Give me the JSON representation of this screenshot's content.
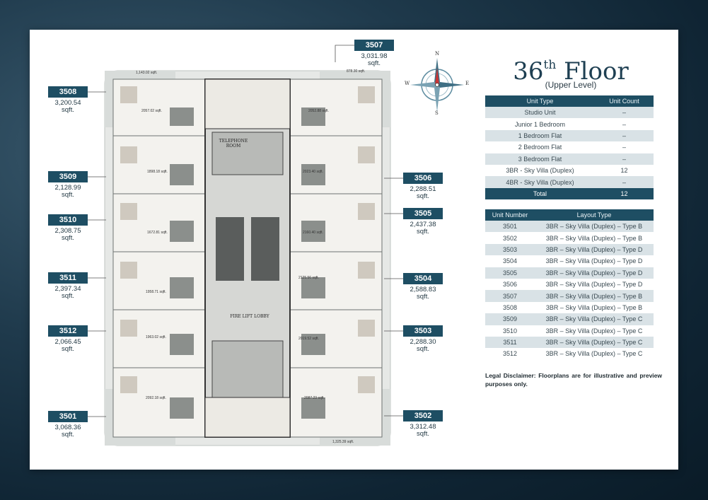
{
  "floor": {
    "title_prefix": "36",
    "title_suffix": "th",
    "title_word": "Floor",
    "subtitle": "(Upper Level)"
  },
  "compass": {
    "n": "N",
    "s": "S",
    "e": "E",
    "w": "W"
  },
  "plan_labels": {
    "telephone_room": "TELEPHONE ROOM",
    "fire_lift_lobby": "FIRE LIFT LOBBY",
    "room_areas": [
      "1,143.02 sqft.",
      "878.30 sqft.",
      "2057.02 sqft.",
      "2052.88 sqft.",
      "1898.18 sqft.",
      "2023.40 sqft.",
      "1672.81 sqft.",
      "2160.40 sqft.",
      "1958.71 sqft.",
      "2125.56 sqft.",
      "1963.02 sqft.",
      "2019.52 sqft.",
      "2092.18 sqft.",
      "2087.23 sqft.",
      "1,325.39 sqft."
    ]
  },
  "units": [
    {
      "num": "3507",
      "area": "3,031.98",
      "unit": "sqft."
    },
    {
      "num": "3508",
      "area": "3,200.54",
      "unit": "sqft."
    },
    {
      "num": "3509",
      "area": "2,128.99",
      "unit": "sqft."
    },
    {
      "num": "3510",
      "area": "2,308.75",
      "unit": "sqft."
    },
    {
      "num": "3511",
      "area": "2,397.34",
      "unit": "sqft."
    },
    {
      "num": "3512",
      "area": "2,066.45",
      "unit": "sqft."
    },
    {
      "num": "3501",
      "area": "3,068.36",
      "unit": "sqft."
    },
    {
      "num": "3506",
      "area": "2,288.51",
      "unit": "sqft."
    },
    {
      "num": "3505",
      "area": "2,437.38",
      "unit": "sqft."
    },
    {
      "num": "3504",
      "area": "2,588.83",
      "unit": "sqft."
    },
    {
      "num": "3503",
      "area": "2,288.30",
      "unit": "sqft."
    },
    {
      "num": "3502",
      "area": "3,312.48",
      "unit": "sqft."
    }
  ],
  "unit_type_table": {
    "headers": [
      "Unit Type",
      "Unit Count"
    ],
    "rows": [
      [
        "Studio Unit",
        "–"
      ],
      [
        "Junior 1 Bedroom",
        "–"
      ],
      [
        "1 Bedroom Flat",
        "–"
      ],
      [
        "2 Bedroom Flat",
        "–"
      ],
      [
        "3 Bedroom Flat",
        "–"
      ],
      [
        "3BR - Sky Villa (Duplex)",
        "12"
      ],
      [
        "4BR - Sky Villa (Duplex)",
        "–"
      ]
    ],
    "total": [
      "Total",
      "12"
    ]
  },
  "layout_table": {
    "headers": [
      "Unit Number",
      "Layout Type"
    ],
    "rows": [
      [
        "3501",
        "3BR – Sky Villa (Duplex) – Type B"
      ],
      [
        "3502",
        "3BR – Sky Villa (Duplex) – Type B"
      ],
      [
        "3503",
        "3BR – Sky Villa (Duplex) – Type D"
      ],
      [
        "3504",
        "3BR – Sky Villa (Duplex) – Type D"
      ],
      [
        "3505",
        "3BR – Sky Villa (Duplex) – Type D"
      ],
      [
        "3506",
        "3BR – Sky Villa (Duplex) – Type D"
      ],
      [
        "3507",
        "3BR – Sky Villa (Duplex) – Type B"
      ],
      [
        "3508",
        "3BR – Sky Villa (Duplex) – Type B"
      ],
      [
        "3509",
        "3BR – Sky Villa (Duplex) – Type C"
      ],
      [
        "3510",
        "3BR – Sky Villa (Duplex) – Type C"
      ],
      [
        "3511",
        "3BR – Sky Villa (Duplex) – Type C"
      ],
      [
        "3512",
        "3BR – Sky Villa (Duplex) – Type C"
      ]
    ]
  },
  "disclaimer": "Legal Disclaimer: Floorplans are for illustrative and preview purposes only.",
  "colors": {
    "accent": "#1e4e63",
    "row_alt": "#d9e2e6",
    "background": "#13293a"
  }
}
